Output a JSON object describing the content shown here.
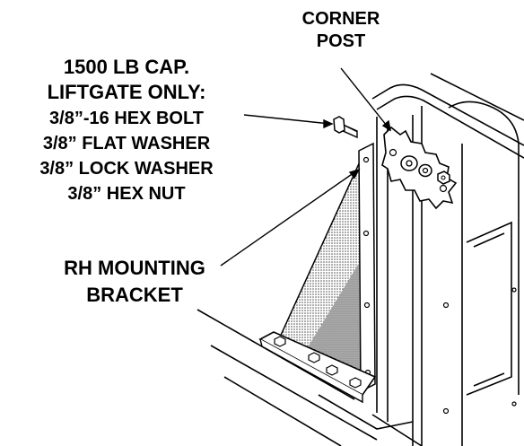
{
  "labels": {
    "corner_post_line1": "CORNER",
    "corner_post_line2": "POST",
    "hardware_title_line1": "1500 LB CAP.",
    "hardware_title_line2": "LIFTGATE ONLY:",
    "hardware_item1": "3/8”-16 HEX BOLT",
    "hardware_item2": "3/8” FLAT WASHER",
    "hardware_item3": "3/8” LOCK WASHER",
    "hardware_item4": "3/8” HEX NUT",
    "bracket_line1": "RH MOUNTING",
    "bracket_line2": "BRACKET"
  },
  "colors": {
    "ink": "#000000",
    "paper": "#ffffff",
    "bracket_shade": "#c8c8c8"
  }
}
